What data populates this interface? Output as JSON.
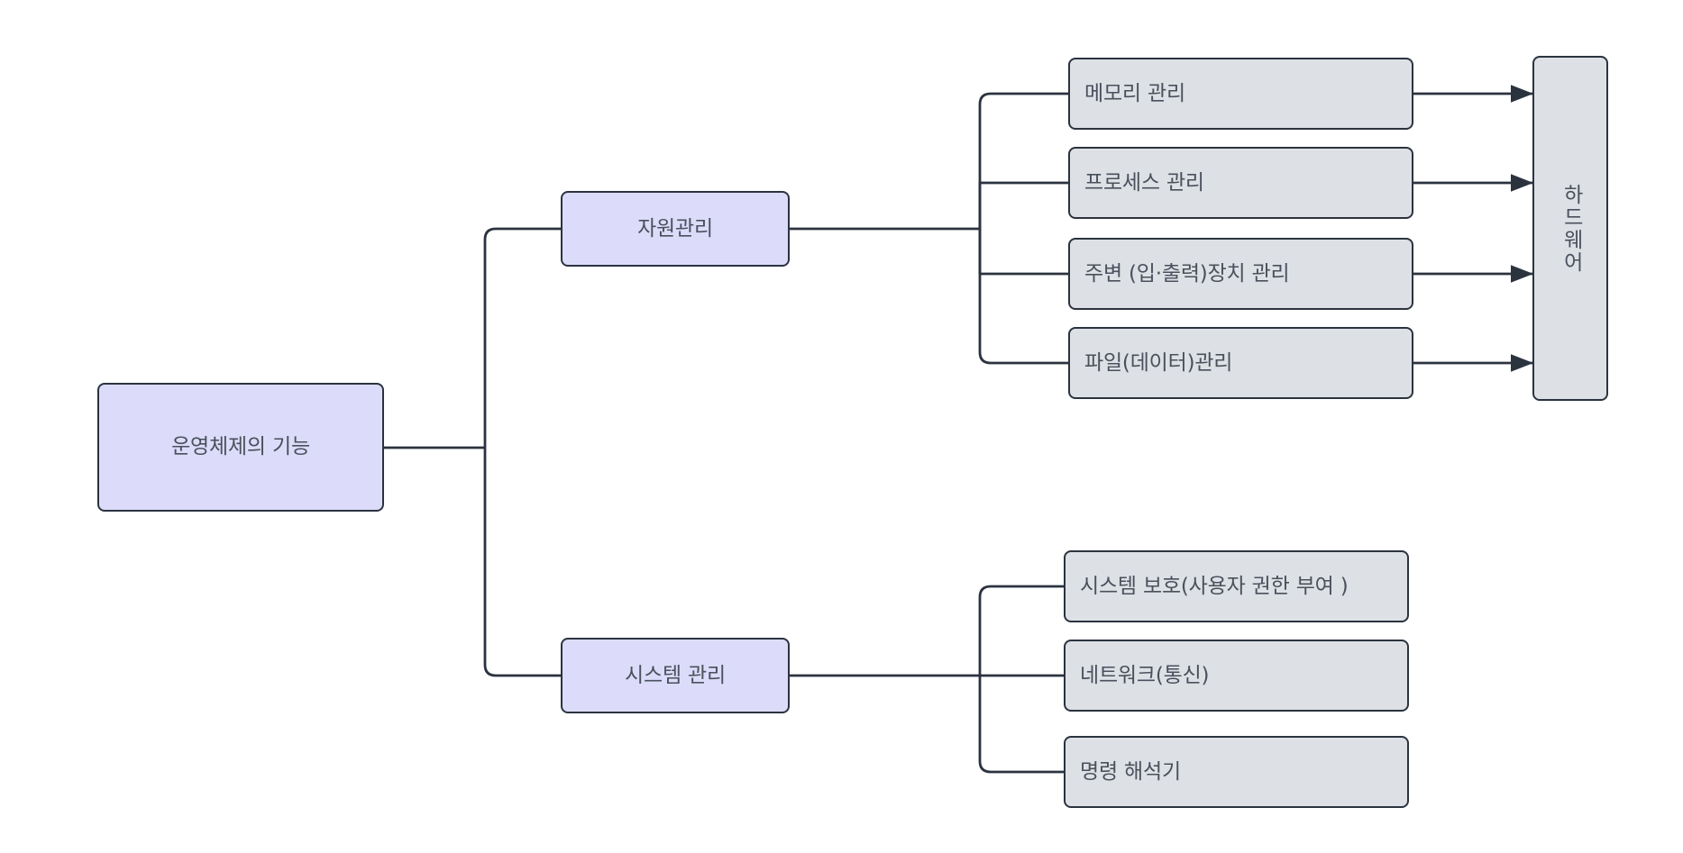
{
  "diagram": {
    "title": "운영체제의 기능",
    "type": "tree-org-chart",
    "colors": {
      "root_fill": "#dcdcfa",
      "branch_fill": "#dcdcfa",
      "leaf_fill": "#dde1e6",
      "hardware_fill": "#dde1e6",
      "stroke": "#2b333f",
      "text": "#4a505c",
      "background": "#ffffff"
    },
    "root": {
      "label": "운영체제의 기능"
    },
    "branches": [
      {
        "id": "resource-management",
        "label": "자원관리",
        "children": [
          {
            "id": "memory-management",
            "label": "메모리 관리",
            "arrow_to_hardware": true
          },
          {
            "id": "process-management",
            "label": "프로세스 관리",
            "arrow_to_hardware": true
          },
          {
            "id": "peripheral-device-management",
            "label": "주변 (입·출력)장치 관리",
            "arrow_to_hardware": true
          },
          {
            "id": "file-data-management",
            "label": "파일(데이터)관리",
            "arrow_to_hardware": true
          }
        ]
      },
      {
        "id": "system-management",
        "label": "시스템 관리",
        "children": [
          {
            "id": "system-protection",
            "label": "시스템 보호(사용자 권한 부여 )",
            "arrow_to_hardware": false
          },
          {
            "id": "network-communication",
            "label": "네트워크(통신)",
            "arrow_to_hardware": false
          },
          {
            "id": "command-interpreter",
            "label": "명령 해석기",
            "arrow_to_hardware": false
          }
        ]
      }
    ],
    "hardware": {
      "id": "hardware",
      "label": "하드웨어",
      "line1": "하드",
      "line2": "웨어",
      "orientation": "vertical"
    }
  }
}
